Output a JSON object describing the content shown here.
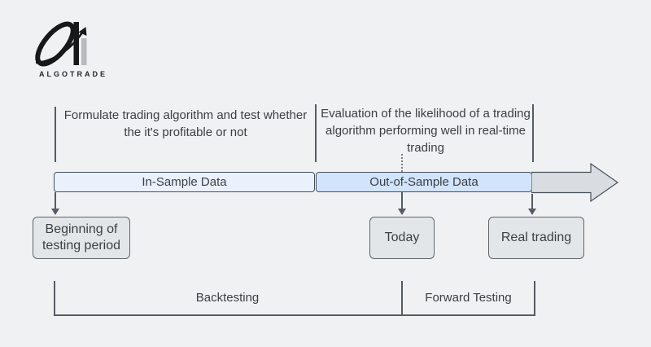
{
  "logo": {
    "brand": "ALGOTRADE",
    "mark": "algotrade-swoosh-arrow-icon"
  },
  "annotations": {
    "backtest_note": "Formulate trading algorithm and test whether the it's profitable or not",
    "forward_note": "Evaluation of the likelihood of a trading algorithm performing well in real-time trading"
  },
  "timeline": {
    "segments": [
      {
        "label": "In-Sample Data"
      },
      {
        "label": "Out-of-Sample Data"
      }
    ]
  },
  "milestones": [
    {
      "label": "Beginning of testing period"
    },
    {
      "label": "Today"
    },
    {
      "label": "Real trading"
    }
  ],
  "phases": [
    {
      "label": "Backtesting"
    },
    {
      "label": "Forward Testing"
    }
  ],
  "colors": {
    "background": "#eff1f3",
    "in_sample_fill": "#e9f1fd",
    "out_sample_fill": "#d2e3fc",
    "future_arrow_fill": "#d9dde1",
    "box_fill": "#e3e6e9",
    "line": "#555c64",
    "text": "#3c4043"
  }
}
